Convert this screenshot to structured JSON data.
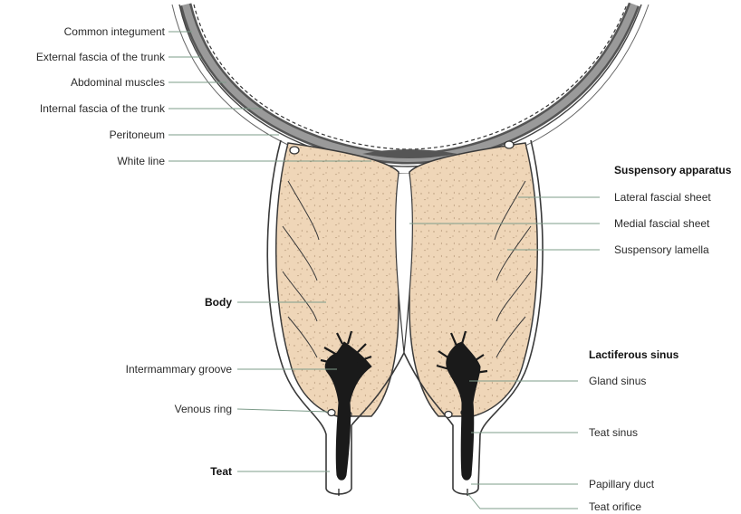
{
  "labels_left": [
    "Common integument",
    "External fascia of the trunk",
    "Abdominal muscles",
    "Internal fascia of the trunk",
    "Peritoneum",
    "White line",
    "Body",
    "Intermammary groove",
    "Venous ring",
    "Teat"
  ],
  "labels_right": {
    "suspensory_heading": "Suspensory apparatus",
    "lateral_fascial_sheet": "Lateral fascial sheet",
    "medial_fascial_sheet": "Medial fascial sheet",
    "suspensory_lamella": "Suspensory lamella",
    "lactiferous_heading": "Lactiferous sinus",
    "gland_sinus": "Gland sinus",
    "teat_sinus": "Teat sinus",
    "papillary_duct": "Papillary duct",
    "teat_orifice": "Teat orifice"
  },
  "colors": {
    "gland_tissue": "#efd6b8",
    "fascia_wall": "#3a3a3a",
    "muscle_layer": "#8a8a8a",
    "leader_line": "#7d9c8a",
    "sinus": "#1a1a1a"
  }
}
